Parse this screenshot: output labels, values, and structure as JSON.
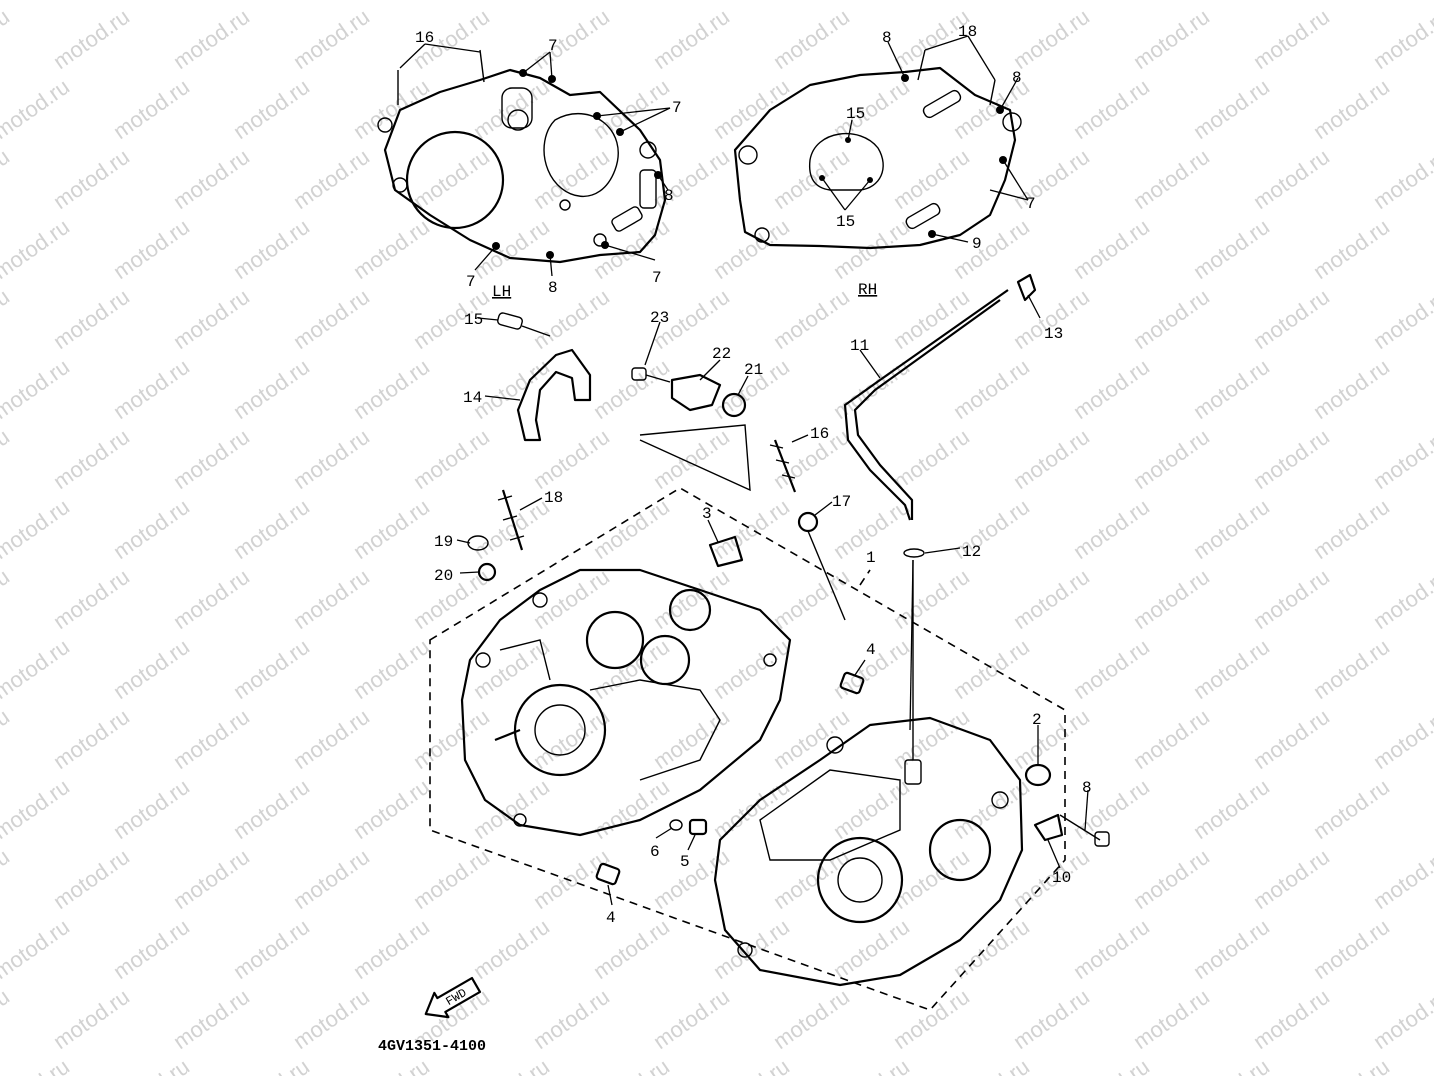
{
  "watermark": "motod.ru",
  "diagram_code": "4GV1351-4100",
  "side_labels": {
    "left": "LH",
    "right": "RH"
  },
  "fwd_label": "FWD",
  "callouts": {
    "c16a": "16",
    "c7a": "7",
    "c7b": "7",
    "c8a": "8",
    "c7c": "7",
    "c8b": "8",
    "c7d": "7",
    "c8c": "8",
    "c18a": "18",
    "c8d": "8",
    "c15a": "15",
    "c15b": "15",
    "c7e": "7",
    "c9": "9",
    "c15c": "15",
    "c23": "23",
    "c22": "22",
    "c21": "21",
    "c11": "11",
    "c13": "13",
    "c14": "14",
    "c16b": "16",
    "c18b": "18",
    "c17": "17",
    "c3": "3",
    "c19": "19",
    "c20": "20",
    "c1": "1",
    "c12": "12",
    "c4a": "4",
    "c2": "2",
    "c8e": "8",
    "c6": "6",
    "c5": "5",
    "c10": "10",
    "c4b": "4"
  }
}
